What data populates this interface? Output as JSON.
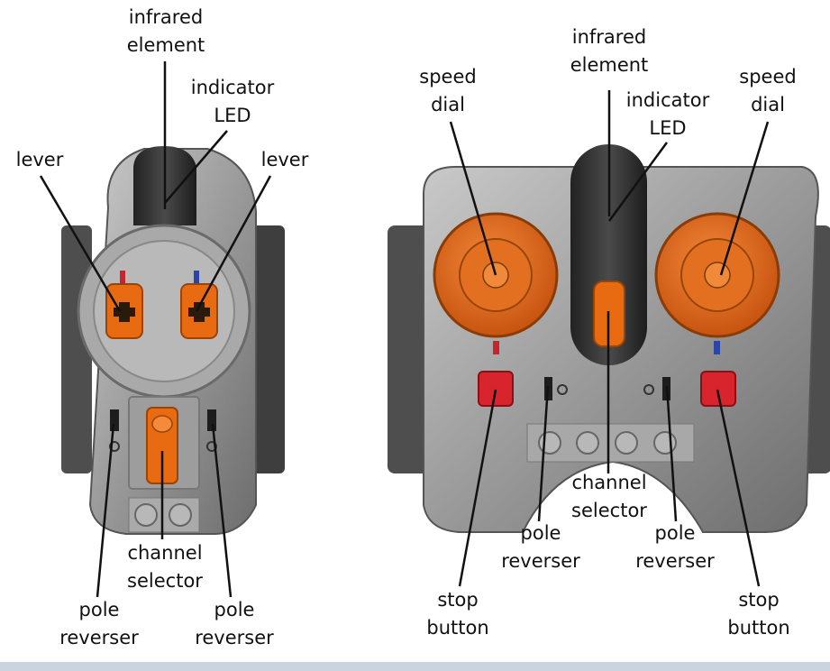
{
  "left_remote": {
    "labels": {
      "infrared": [
        "infrared",
        "element"
      ],
      "led": [
        "indicator",
        "LED"
      ],
      "lever_left": "lever",
      "lever_right": "lever",
      "channel": [
        "channel",
        "selector"
      ],
      "pole_left": [
        "pole",
        "reverser"
      ],
      "pole_right": [
        "pole",
        "reverser"
      ]
    }
  },
  "right_remote": {
    "labels": {
      "infrared": [
        "infrared",
        "element"
      ],
      "led": [
        "indicator",
        "LED"
      ],
      "dial_left": [
        "speed",
        "dial"
      ],
      "dial_right": [
        "speed",
        "dial"
      ],
      "channel": [
        "channel",
        "selector"
      ],
      "pole_left": [
        "pole",
        "reverser"
      ],
      "pole_right": [
        "pole",
        "reverser"
      ],
      "stop_left": [
        "stop",
        "button"
      ],
      "stop_right": [
        "stop",
        "button"
      ]
    }
  },
  "colors": {
    "body_gray": "#8e8e8e",
    "dark_gray": "#3a3a3a",
    "orange": "#e86b12",
    "red_button": "#d8242c",
    "blue_marker": "#2c46a8",
    "red_marker": "#c8242c",
    "footer_bar": "#c9d4e0"
  }
}
